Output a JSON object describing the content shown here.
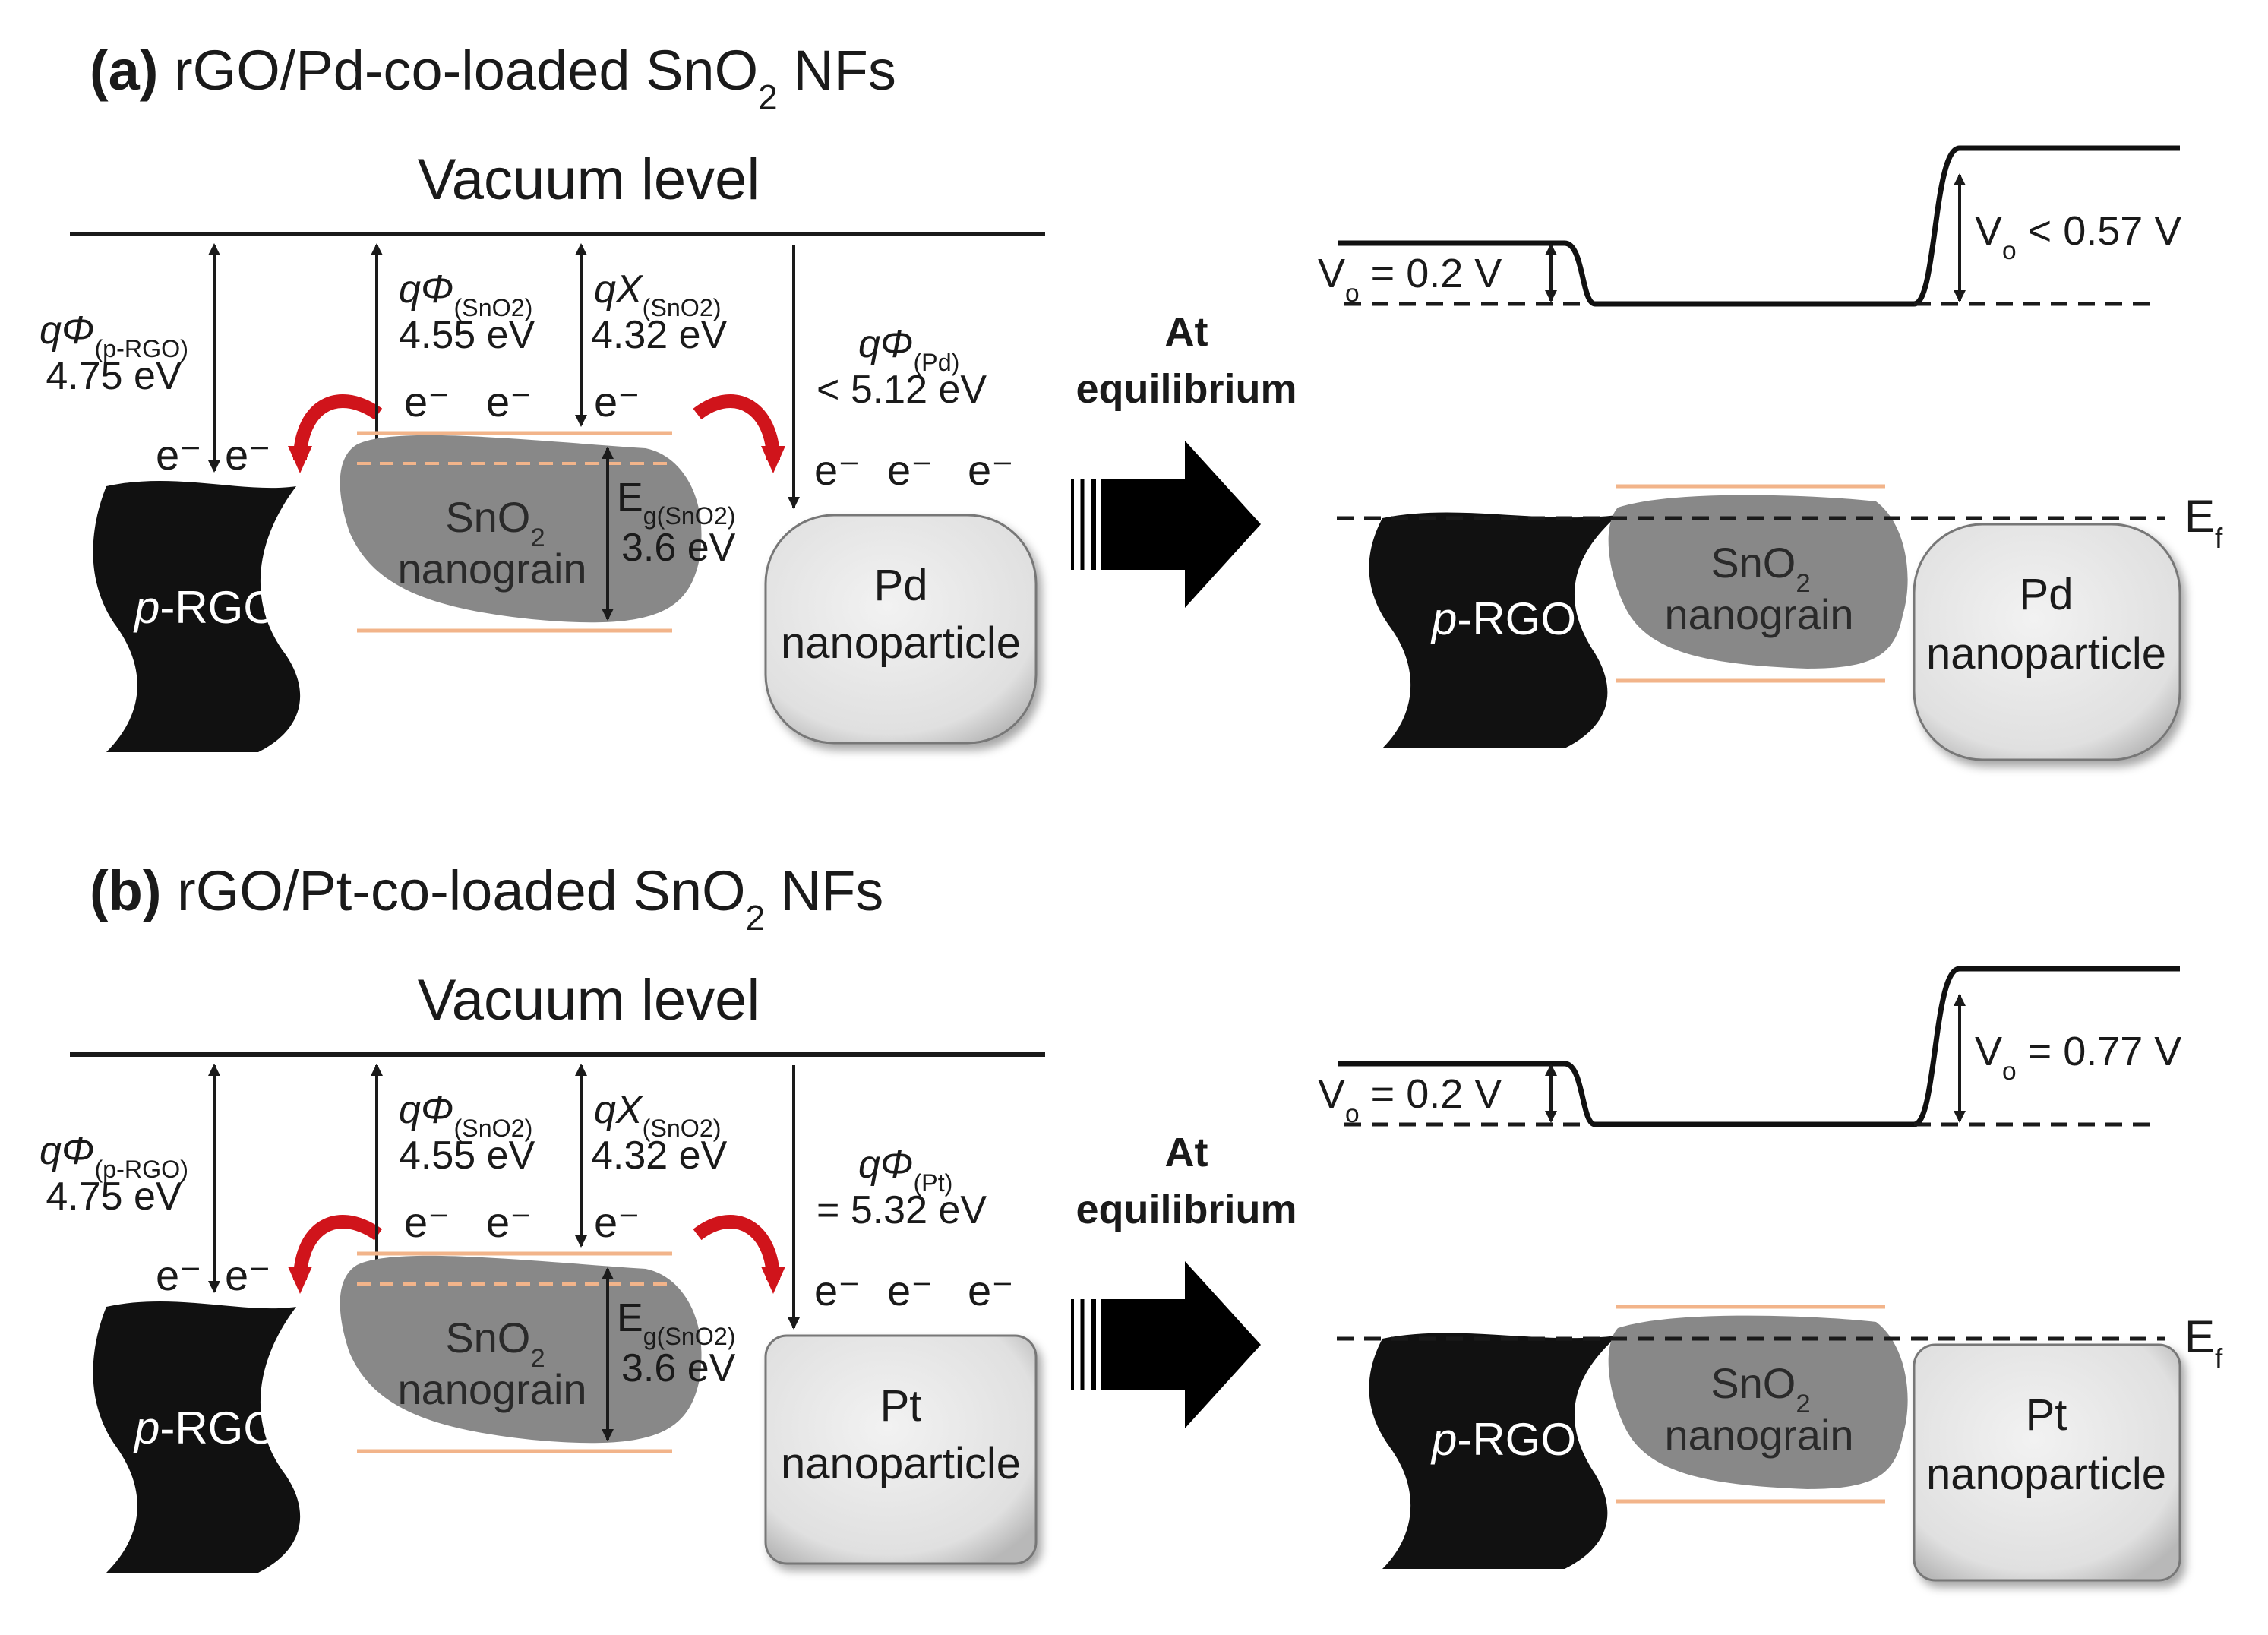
{
  "panels": [
    {
      "tag": "(a)",
      "title_pre": "rGO/Pd-co-loaded  SnO",
      "title_sub": "2",
      "title_post": " NFs",
      "vacuum_label": "Vacuum level",
      "work_rgo_symbol": "qΦ",
      "work_rgo_sub": "(p-RGO)",
      "work_rgo_value": "4.75 eV",
      "work_sno2_symbol": "qΦ",
      "work_sno2_sub": "(SnO2)",
      "work_sno2_value": "4.55 eV",
      "affinity_symbol": "qΧ",
      "affinity_sub": "(SnO2)",
      "affinity_value": "4.32 eV",
      "work_metal_symbol": "qΦ",
      "work_metal_sub": "(Pd)",
      "work_metal_value": "< 5.12 eV",
      "electron": "e⁻",
      "gap_symbol": "E",
      "gap_sub": "g(SnO2)",
      "gap_value": "3.6 eV",
      "grain_line1": "SnO",
      "grain_sub": "2",
      "grain_line2": "nanograin",
      "rgo_italic": "p",
      "rgo_rest": "-RGO",
      "metal_line1": "Pd",
      "metal_line2": "nanoparticle",
      "metal_shape": "rounded",
      "arrow_line1": "At",
      "arrow_line2": "equilibrium",
      "vo_left": "V",
      "vo_left_sub": "o",
      "vo_left_value": " = 0.2 V",
      "vo_right": "V",
      "vo_right_sub": "o",
      "vo_right_value": " < 0.57 V",
      "fermi": "E",
      "fermi_sub": "f"
    },
    {
      "tag": "(b)",
      "title_pre": "rGO/Pt-co-loaded  SnO",
      "title_sub": "2",
      "title_post": " NFs",
      "vacuum_label": "Vacuum level",
      "work_rgo_symbol": "qΦ",
      "work_rgo_sub": "(p-RGO)",
      "work_rgo_value": "4.75 eV",
      "work_sno2_symbol": "qΦ",
      "work_sno2_sub": "(SnO2)",
      "work_sno2_value": "4.55 eV",
      "affinity_symbol": "qΧ",
      "affinity_sub": "(SnO2)",
      "affinity_value": "4.32 eV",
      "work_metal_symbol": "qΦ",
      "work_metal_sub": "(Pt)",
      "work_metal_value": "= 5.32 eV",
      "electron": "e⁻",
      "gap_symbol": "E",
      "gap_sub": "g(SnO2)",
      "gap_value": "3.6 eV",
      "grain_line1": "SnO",
      "grain_sub": "2",
      "grain_line2": "nanograin",
      "rgo_italic": "p",
      "rgo_rest": "-RGO",
      "metal_line1": "Pt",
      "metal_line2": "nanoparticle",
      "metal_shape": "square",
      "arrow_line1": "At",
      "arrow_line2": "equilibrium",
      "vo_left": "V",
      "vo_left_sub": "o",
      "vo_left_value": " = 0.2 V",
      "vo_right": "V",
      "vo_right_sub": "o",
      "vo_right_value": " = 0.77 V",
      "fermi": "E",
      "fermi_sub": "f"
    }
  ],
  "colors": {
    "ink": "#1a1a1a",
    "grain": "#888888",
    "band_edge": "#f2b48a",
    "fermi_dash": "#f2b48a",
    "transfer_arrow": "#d0141b",
    "particle_fill": "#e6e6e6"
  }
}
